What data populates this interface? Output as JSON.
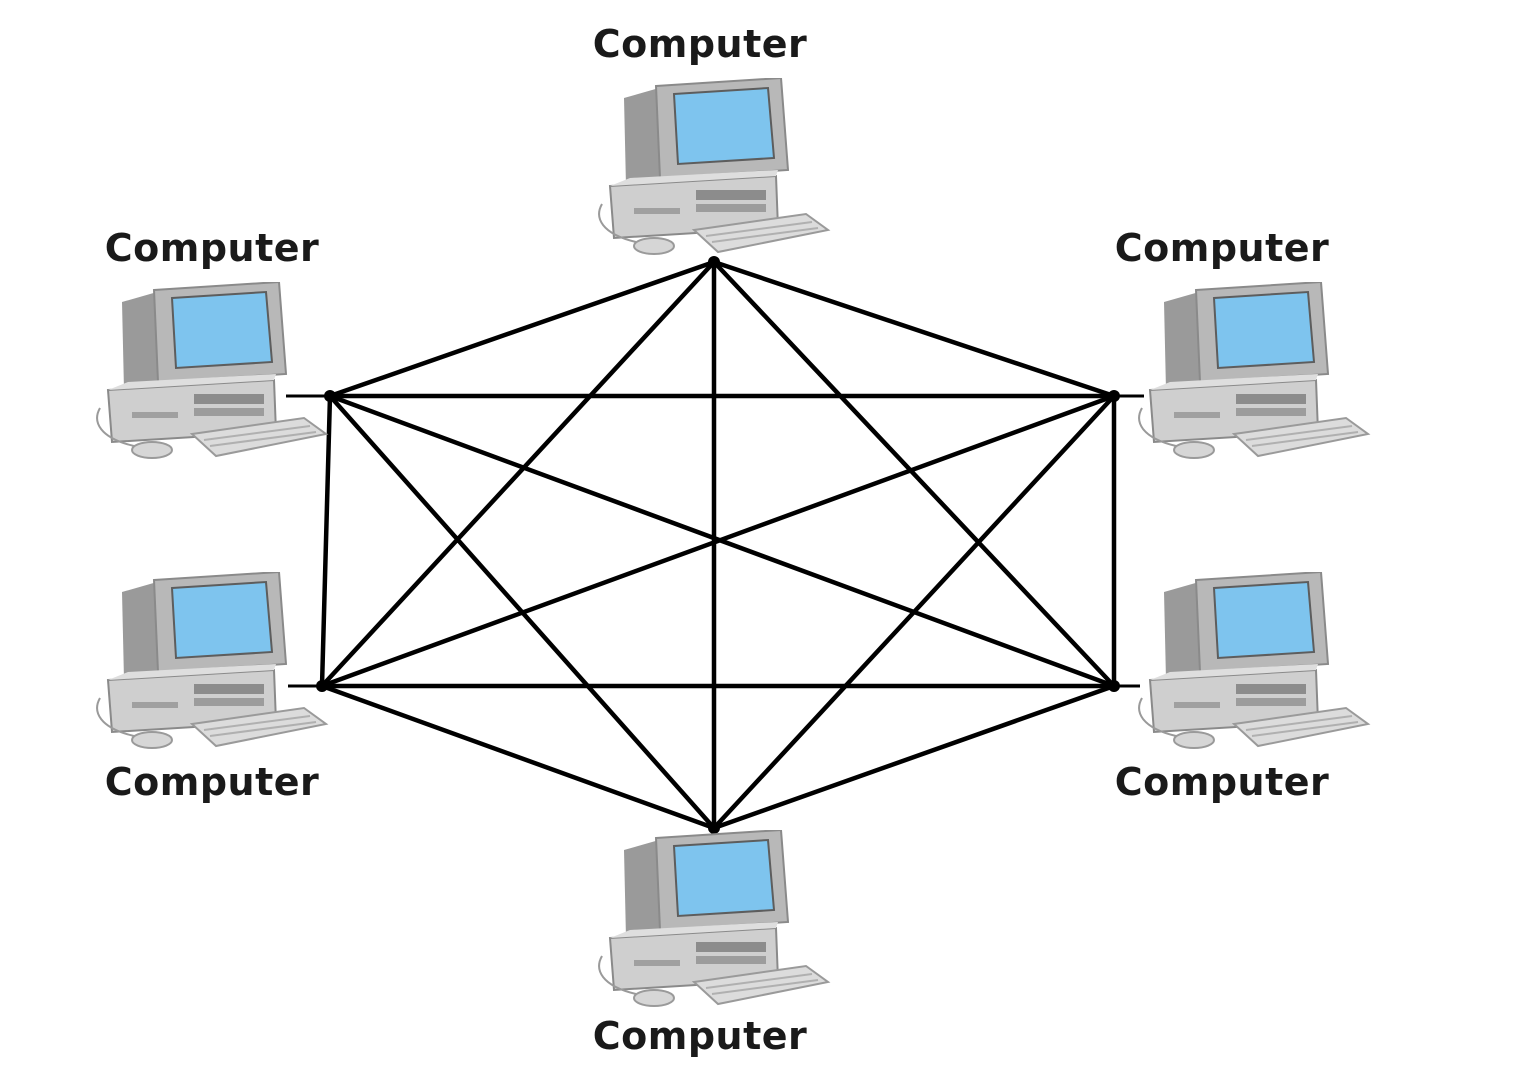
{
  "diagram": {
    "type": "mesh-topology",
    "nodes": [
      {
        "id": "top",
        "label": "Computer"
      },
      {
        "id": "upper-left",
        "label": "Computer"
      },
      {
        "id": "upper-right",
        "label": "Computer"
      },
      {
        "id": "lower-left",
        "label": "Computer"
      },
      {
        "id": "lower-right",
        "label": "Computer"
      },
      {
        "id": "bottom",
        "label": "Computer"
      }
    ],
    "edges": [
      [
        "top",
        "upper-left"
      ],
      [
        "top",
        "upper-right"
      ],
      [
        "top",
        "lower-left"
      ],
      [
        "top",
        "lower-right"
      ],
      [
        "top",
        "bottom"
      ],
      [
        "upper-left",
        "upper-right"
      ],
      [
        "upper-left",
        "lower-left"
      ],
      [
        "upper-left",
        "lower-right"
      ],
      [
        "upper-left",
        "bottom"
      ],
      [
        "upper-right",
        "lower-left"
      ],
      [
        "upper-right",
        "lower-right"
      ],
      [
        "upper-right",
        "bottom"
      ],
      [
        "lower-left",
        "lower-right"
      ],
      [
        "lower-left",
        "bottom"
      ],
      [
        "lower-right",
        "bottom"
      ]
    ],
    "colors": {
      "line": "#000000",
      "screen": "#7ec4ee",
      "case": "#c8c8c8",
      "text": "#1a1a1a"
    }
  }
}
